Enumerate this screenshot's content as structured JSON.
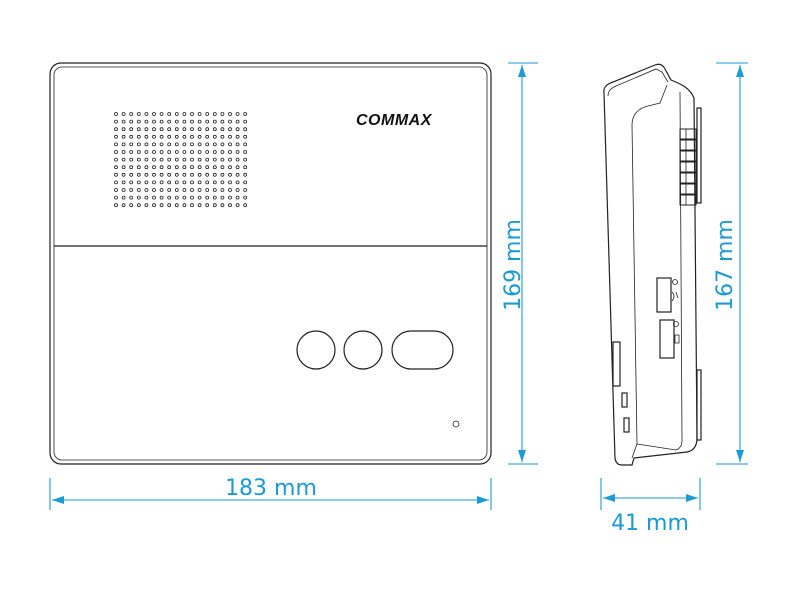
{
  "brand": "COMMAX",
  "dimensions": {
    "width": "183 mm",
    "height_front": "169 mm",
    "depth": "41 mm",
    "height_side": "167 mm"
  },
  "speaker_grille": {
    "columns": 18,
    "rows": 13
  },
  "front_buttons": [
    "round-button",
    "round-button",
    "oval-button"
  ],
  "colors": {
    "dimension": "#1a9ad6",
    "outline": "#222222"
  }
}
